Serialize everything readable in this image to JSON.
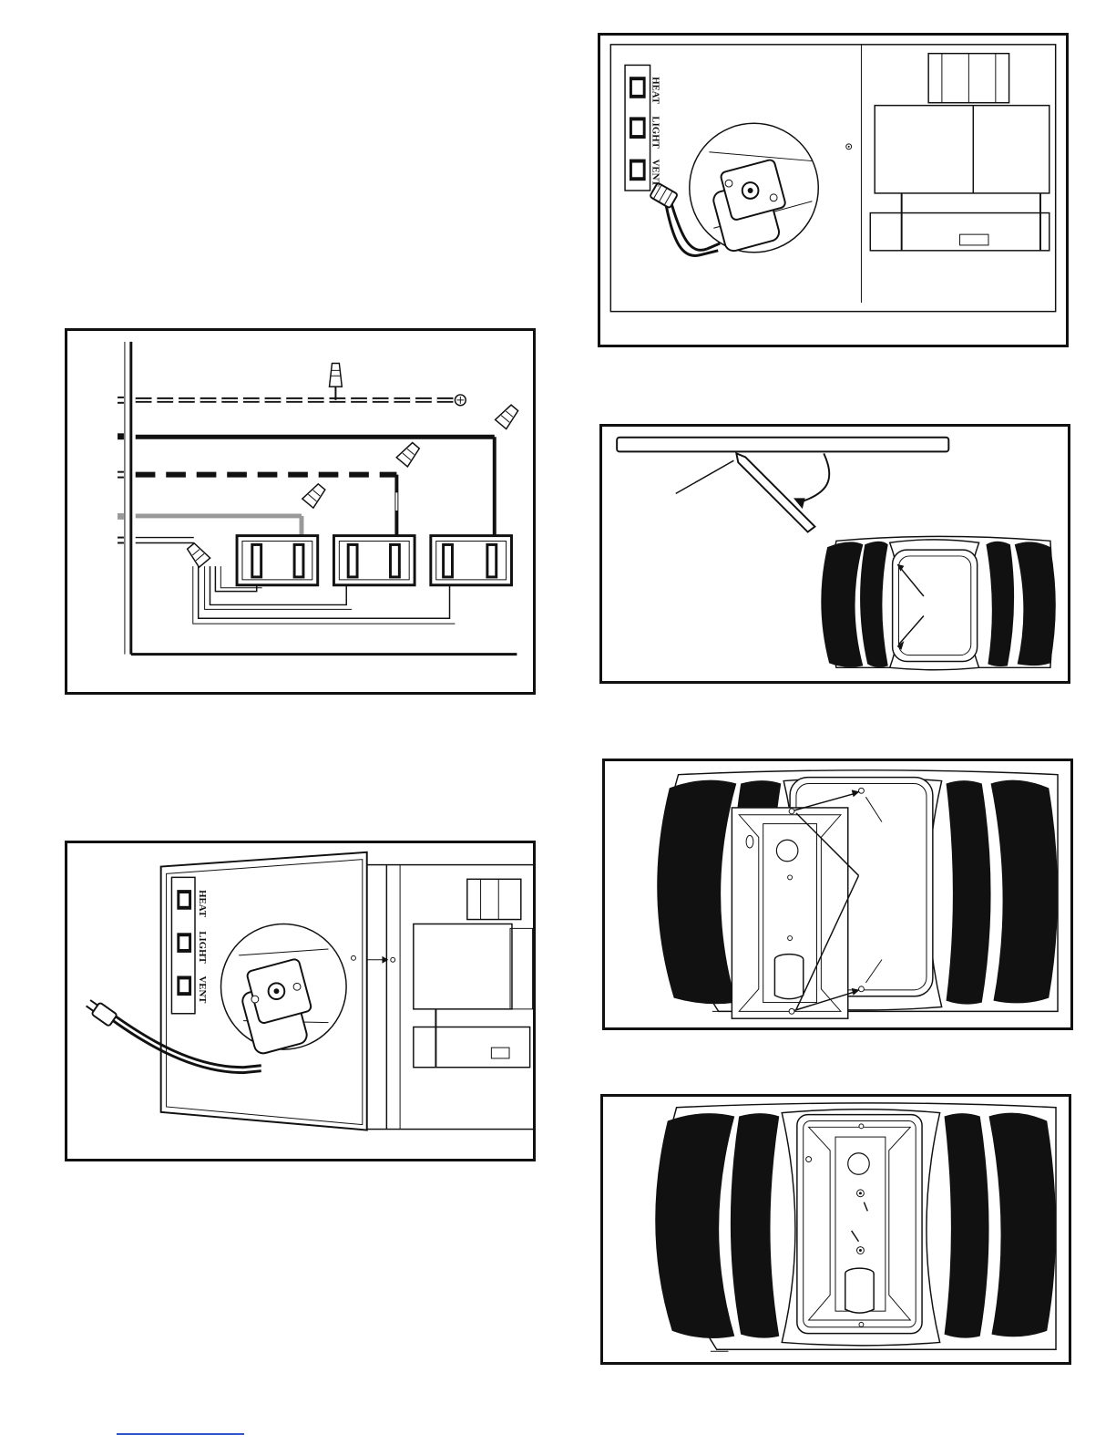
{
  "page": {
    "title": ""
  },
  "panel_labels": {
    "heat": "HEAT",
    "light": "LIGHT",
    "vent": "VENT"
  },
  "colors": {
    "ink": "#111111",
    "gray_wire": "#999999",
    "footer_link": "#3355cc"
  }
}
